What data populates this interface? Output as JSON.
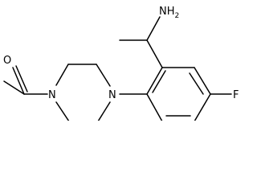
{
  "molecule": {
    "atom_labels": {
      "oxygen": "O",
      "nitrogen_acetyl": "N",
      "nitrogen_aryl": "N",
      "fluorine": "F",
      "amine": "NH",
      "amine_subscript": "2"
    },
    "colors": {
      "bond": "#000000",
      "label": "#000000",
      "background": "#ffffff"
    }
  }
}
